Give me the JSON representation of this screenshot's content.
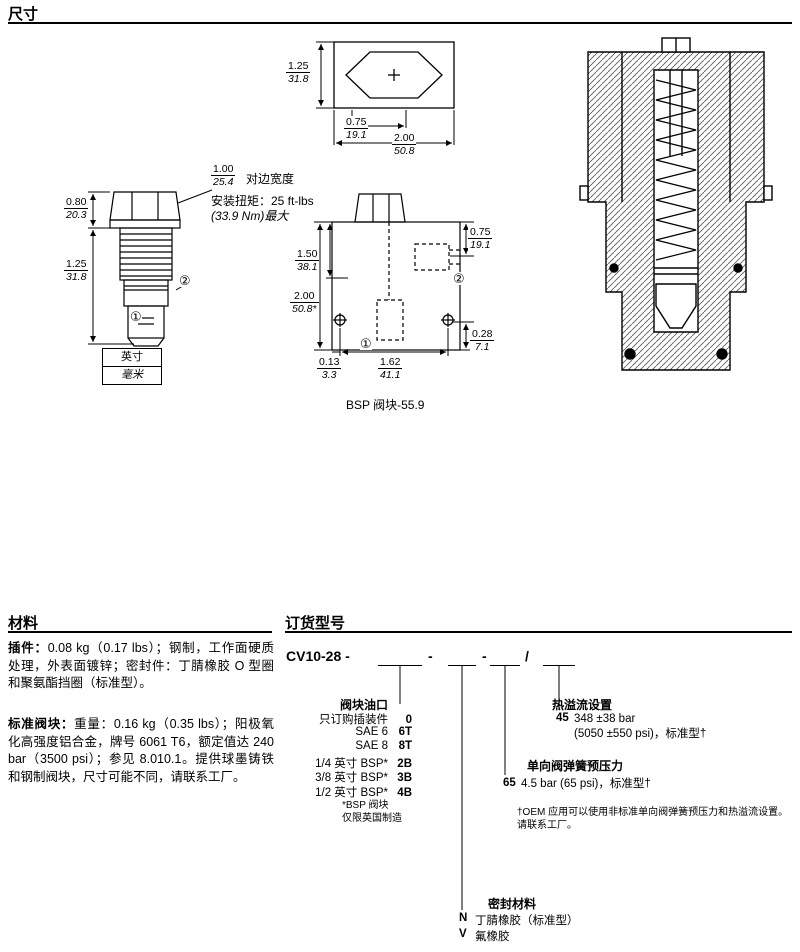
{
  "titles": {
    "dimensions": "尺寸",
    "materials": "材料",
    "ordering": "订货型号"
  },
  "dims": {
    "hex_h_in": "1.25",
    "hex_h_mm": "31.8",
    "hex_w1_in": "0.75",
    "hex_w1_mm": "19.1",
    "hex_w2_in": "2.00",
    "hex_w2_mm": "50.8",
    "af_in": "1.00",
    "af_mm": "25.4",
    "af_label": "对边宽度",
    "torque_line1": "安装扭矩：25 ft-lbs",
    "torque_line2": "(33.9 Nm)最大",
    "cart_head_in": "0.80",
    "cart_head_mm": "20.3",
    "cart_body_in": "1.25",
    "cart_body_mm": "31.8",
    "unit_inch": "英寸",
    "unit_mm": "毫米",
    "blk_port_in": "1.50",
    "blk_port_mm": "38.1",
    "blk_height_in": "2.00",
    "blk_height_mm": "50.8*",
    "blk_top_in": "0.75",
    "blk_top_mm": "19.1",
    "blk_bottom_in": "0.28",
    "blk_bottom_mm": "7.1",
    "blk_edge_in": "0.13",
    "blk_edge_mm": "3.3",
    "blk_span_in": "1.62",
    "blk_span_mm": "41.1",
    "blk_caption": "BSP 阀块-55.9",
    "port1": "①",
    "port2": "②"
  },
  "materials": {
    "p1_label": "插件：",
    "p1_text": "0.08 kg（0.17 lbs）；钢制，工作面硬质处理，外表面镀锌；密封件：丁腈橡胶 O 型圈和聚氨酯挡圈（标准型）。",
    "p2_label": "标准阀块：",
    "p2_text": "重量：0.16 kg（0.35 lbs）；阳极氧化高强度铝合金，牌号 6061 T6，额定值达 240 bar（3500 psi）；参见 8.010.1。提供球墨铸铁和钢制阀块，尺寸可能不同，请联系工厂。"
  },
  "ordering": {
    "model": "CV10-28 -",
    "sep1": "-",
    "sep2": "-",
    "sep3": "/",
    "port_heading": "阀块油口",
    "port_options": [
      {
        "label": "只订购插装件",
        "code": "0"
      },
      {
        "label": "SAE 6",
        "code": "6T"
      },
      {
        "label": "SAE 8",
        "code": "8T"
      },
      {
        "label": "1/4 英寸 BSP*",
        "code": "2B"
      },
      {
        "label": "3/8 英寸 BSP*",
        "code": "3B"
      },
      {
        "label": "1/2 英寸 BSP*",
        "code": "4B"
      }
    ],
    "bsp_note1": "*BSP 阀块",
    "bsp_note2": "仅限英国制造",
    "relief_heading": "热溢流设置",
    "relief_code": "45",
    "relief_line1": "348 ±38 bar",
    "relief_line2": "(5050 ±550 psi)，标准型†",
    "spring_heading": "单向阀弹簧预压力",
    "spring_code": "65",
    "spring_text": "4.5 bar (65 psi)，标准型†",
    "oem_note": "†OEM 应用可以使用非标准单向阀弹簧预压力和热溢流设置。请联系工厂。",
    "seal_heading": "密封材料",
    "seal_options": [
      {
        "code": "N",
        "label": "丁腈橡胶（标准型）"
      },
      {
        "code": "V",
        "label": "氟橡胶"
      }
    ]
  }
}
